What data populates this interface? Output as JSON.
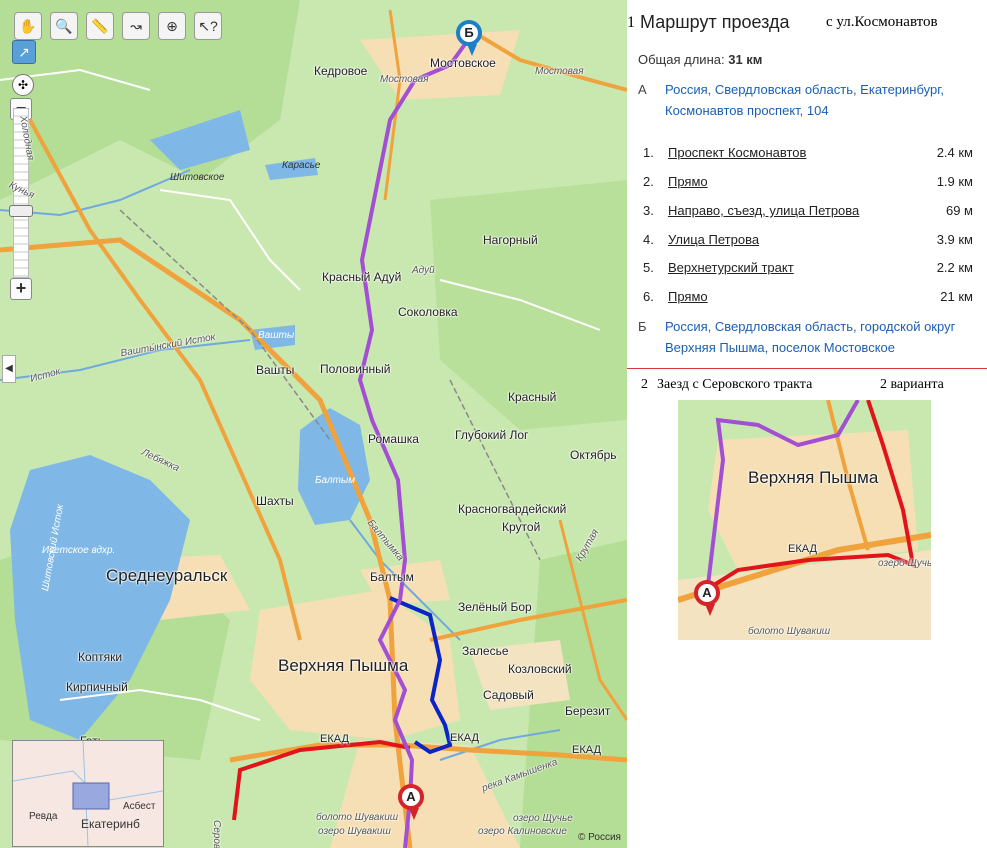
{
  "map": {
    "toolbar": [
      {
        "name": "hand-tool",
        "glyph": "✋"
      },
      {
        "name": "zoom-area-tool",
        "glyph": "🔍"
      },
      {
        "name": "ruler-tool",
        "glyph": "📏"
      },
      {
        "name": "route-tool",
        "glyph": "↝"
      },
      {
        "name": "print-tool",
        "glyph": "⊕"
      },
      {
        "name": "help-pointer-tool",
        "glyph": "↖?"
      }
    ],
    "zoom_plus": "+",
    "zoom_minus": "−",
    "labels": {
      "kedrovoe": "Кедровое",
      "mostovskoe": "Мостовское",
      "mostovaya1": "Мостовая",
      "mostovaya2": "Мостовая",
      "shitovskoe": "Шитовское",
      "karase": "Карасье",
      "nagorny": "Нагорный",
      "krasny_aduy": "Красный Адуй",
      "aduy": "Адуй",
      "sokolovka": "Соколовка",
      "vashty_lake": "Вашты",
      "vashtinsky_istok": "Вашты́нский Исток",
      "vashty": "Вашты",
      "polovinny": "Половинный",
      "krasny": "Красный",
      "romashka": "Ромашка",
      "glubokiy_log": "Глубокий Лог",
      "oktyabr": "Октябрь",
      "baltym_lake": "Балтым",
      "shakhty": "Шахты",
      "krasnogvardeyskiy": "Красногвардейский",
      "krutoy": "Крутой",
      "iset_res": "Исетское вдхр.",
      "sredneuralsk": "Среднеуральск",
      "baltym": "Балтым",
      "zeleny_bor": "Зелёный Бор",
      "koptyaki": "Коптяки",
      "verkhnyaya_pyshma": "Верхняя Пышма",
      "zalese": "Залесье",
      "kozlovskiy": "Козловский",
      "kirpichny": "Кирпичный",
      "sadovy": "Садовый",
      "berezit": "Березит",
      "gat": "Гать",
      "ekad1": "ЕКАД",
      "ekad2": "ЕКАД",
      "ekad3": "ЕКАД",
      "shuvakish": "болото Шувакиш",
      "shuvakish_lake": "озеро Шувакиш",
      "shuchye": "озеро Щучье",
      "kalinovskie": "озеро Калиновские",
      "kamyshenka": "река Камышенка",
      "serovsky": "Серовский",
      "lebyazhka": "Лебяжка",
      "kholodnaya": "Холодная",
      "kunya": "Кунья",
      "v_istok": "Исток",
      "shitovsky_istok": "Шитовский Исток",
      "baltymka": "Балтымка",
      "krutaya": "Крутая"
    },
    "marker_a": "А",
    "marker_b": "Б",
    "minimap": {
      "revda": "Ревда",
      "asbest": "Асбест",
      "ekb": "Екатеринб"
    },
    "copyright": "© Россия"
  },
  "panel": {
    "number": "1",
    "title": "Маршрут проезда",
    "note": "с ул.Космонавтов",
    "total_label": "Общая длина:",
    "total_value": "31 км",
    "from": {
      "letter": "А",
      "text": "Россия, Свердловская область, Екатеринбург, Космонавтов проспект, 104"
    },
    "steps": [
      {
        "n": "1.",
        "text": "Проспект Космонавтов",
        "dist": "2.4 км"
      },
      {
        "n": "2.",
        "text": "Прямо",
        "dist": "1.9 км"
      },
      {
        "n": "3.",
        "text": "Направо, съезд, улица Петрова",
        "dist": "69 м"
      },
      {
        "n": "4.",
        "text": "Улица Петрова",
        "dist": "3.9 км"
      },
      {
        "n": "5.",
        "text": "Верхнетурский тракт",
        "dist": "2.2 км"
      },
      {
        "n": "6.",
        "text": "Прямо",
        "dist": "21 км"
      }
    ],
    "to": {
      "letter": "Б",
      "text": "Россия, Свердловская область, городской округ Верхняя Пышма, поселок Мостовское"
    },
    "variant": {
      "number": "2",
      "text": "Заезд с Серовского тракта",
      "count": "2 варианта"
    },
    "inset": {
      "city": "Верхняя Пышма",
      "ekad": "ЕКАД",
      "marker": "А",
      "bog": "болото Шувакиш",
      "lake": "озеро Щучье"
    }
  },
  "colors": {
    "route_purple": "#a24fd4",
    "route_blue": "#0b24c8",
    "route_red": "#e0141a",
    "road_orange": "#f0a23c",
    "forest": "#bde3a0",
    "water": "#7fb8e6",
    "town": "#f6dfb4"
  }
}
